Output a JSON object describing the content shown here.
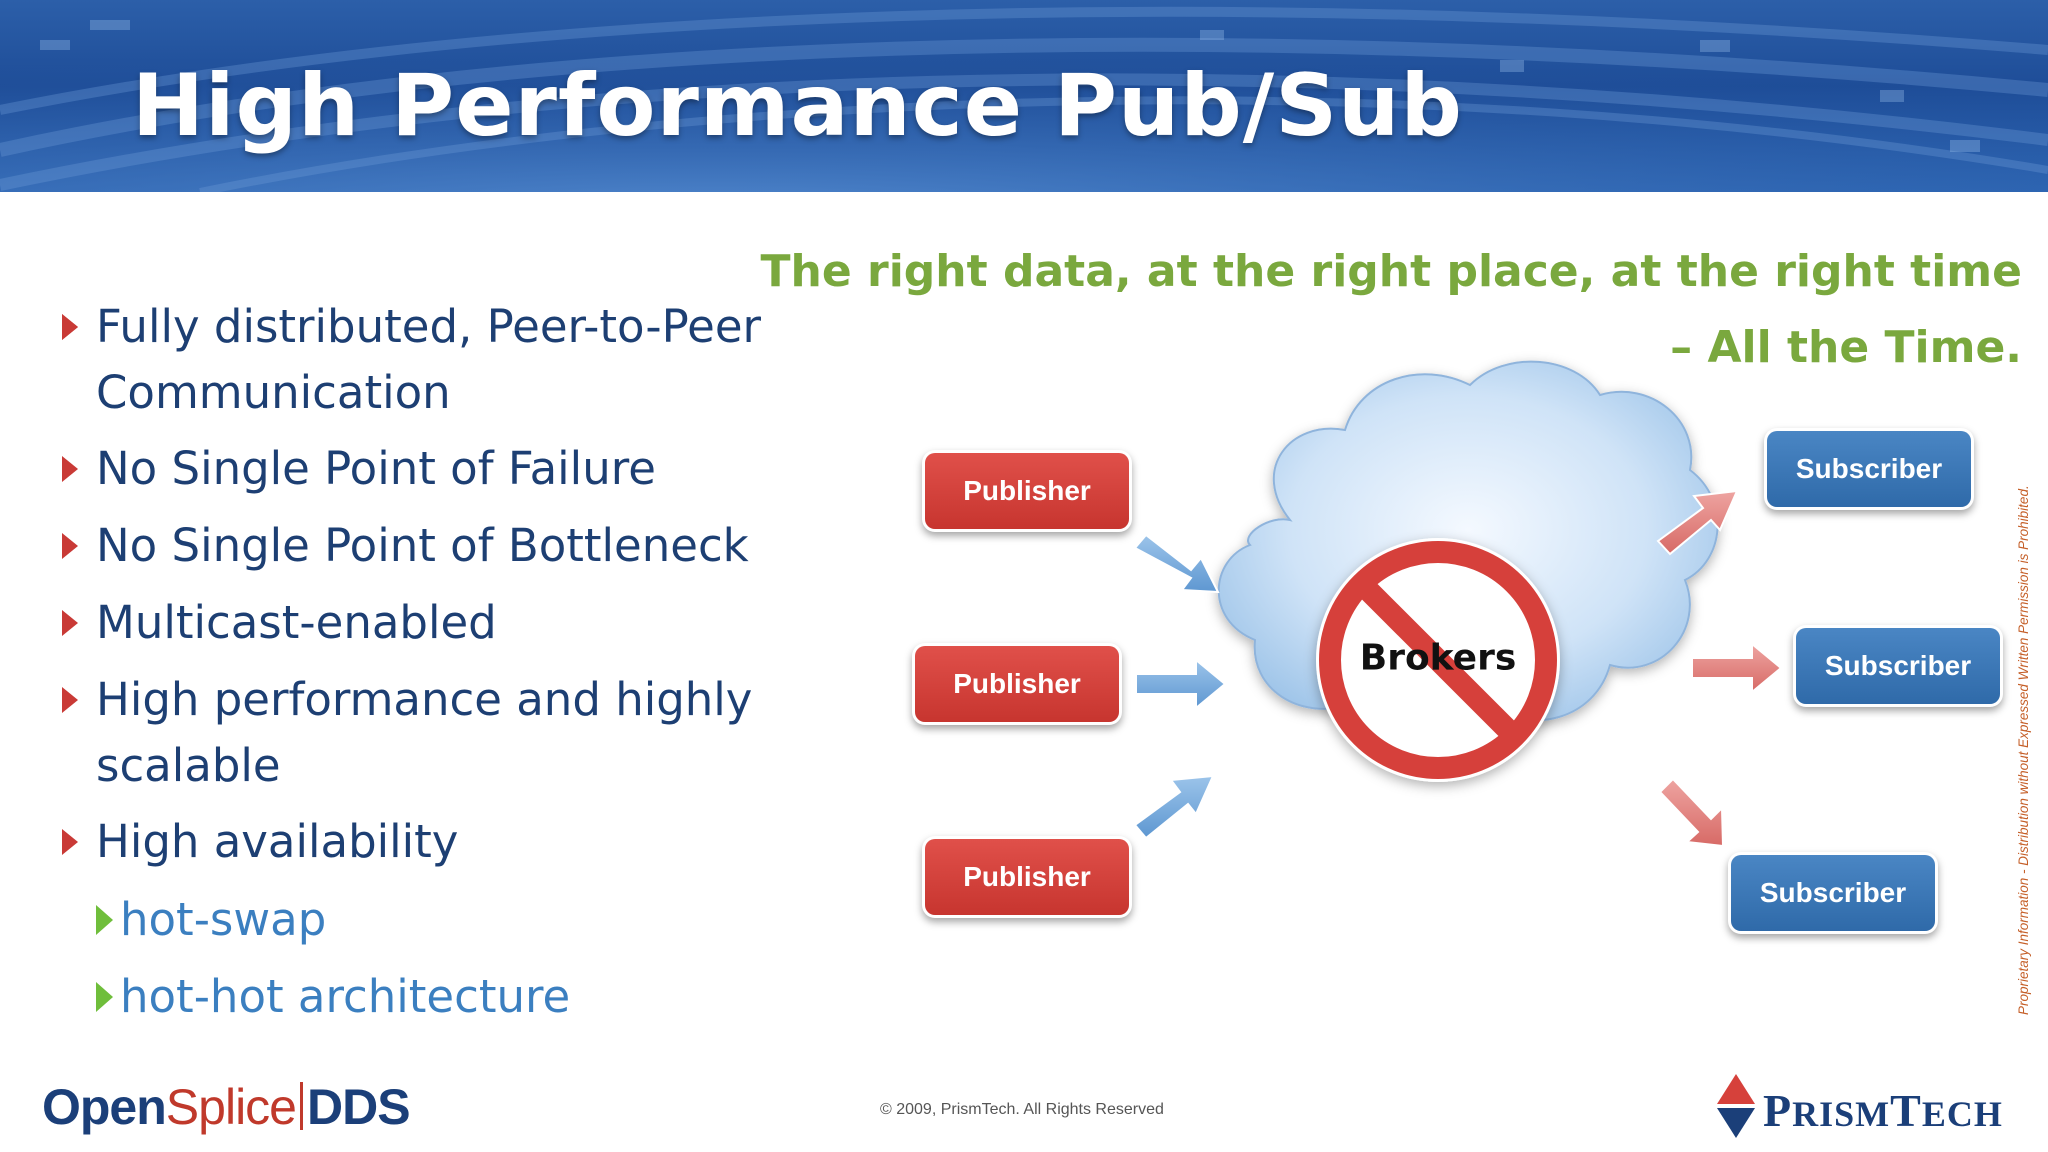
{
  "slide": {
    "title": "High Performance Pub/Sub",
    "bullets": [
      {
        "line1": "Fully distributed, Peer-to-Peer",
        "line2": "Communication"
      },
      {
        "line1": "No Single Point of Failure"
      },
      {
        "line1": "No Single Point of Bottleneck"
      },
      {
        "line1": "Multicast-enabled"
      },
      {
        "line1": "High performance and highly",
        "line2": "scalable"
      },
      {
        "line1": "High availability"
      }
    ],
    "sub_bullets": [
      "hot-swap",
      "hot-hot architecture"
    ],
    "tagline": {
      "line1": "The right data, at the right place, at the right time",
      "line2": "– All the Time."
    },
    "diagram": {
      "publishers": [
        "Publisher",
        "Publisher",
        "Publisher"
      ],
      "subscribers": [
        "Subscriber",
        "Subscriber",
        "Subscriber"
      ],
      "center_label": "Brokers"
    },
    "footer": {
      "copyright": "© 2009, PrismTech. All Rights Reserved",
      "side_notice": "Proprietary Information - Distribution without Expressed Written Permission is Prohibited."
    },
    "logos": {
      "opensplice": {
        "part1": "Open",
        "part2": "Splice",
        "part3": "DDS"
      },
      "prismtech": "PrismTech"
    }
  },
  "colors": {
    "publisher": "#d9443e",
    "subscriber": "#3d78b8",
    "tagline": "#7aa83e",
    "bullet_text": "#1d3f73",
    "sub_bullet_text": "#3b7fc0",
    "bullet_arrow": "#c93a36",
    "sub_bullet_arrow": "#6fbe3b",
    "banner": "#2558a3"
  }
}
